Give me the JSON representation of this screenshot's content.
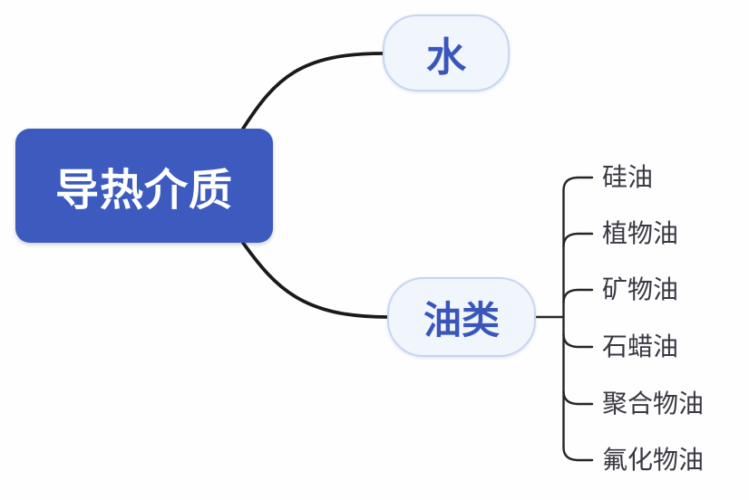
{
  "mindmap": {
    "root": {
      "label": "导热介质"
    },
    "branches": [
      {
        "label": "水",
        "children": []
      },
      {
        "label": "油类",
        "children": [
          "硅油",
          "植物油",
          "矿物油",
          "石蜡油",
          "聚合物油",
          "氟化物油"
        ]
      }
    ],
    "colors": {
      "root_fill": "#3d5bbe",
      "root_text": "#ffffff",
      "branch_fill": "#f1f5fc",
      "branch_border": "#c7d5f0",
      "branch_text": "#3a56bb",
      "leaf_text": "#3a3842",
      "primary_connector": "#1a1a1a",
      "secondary_connector": "#262626",
      "background": "#fefefe"
    }
  }
}
